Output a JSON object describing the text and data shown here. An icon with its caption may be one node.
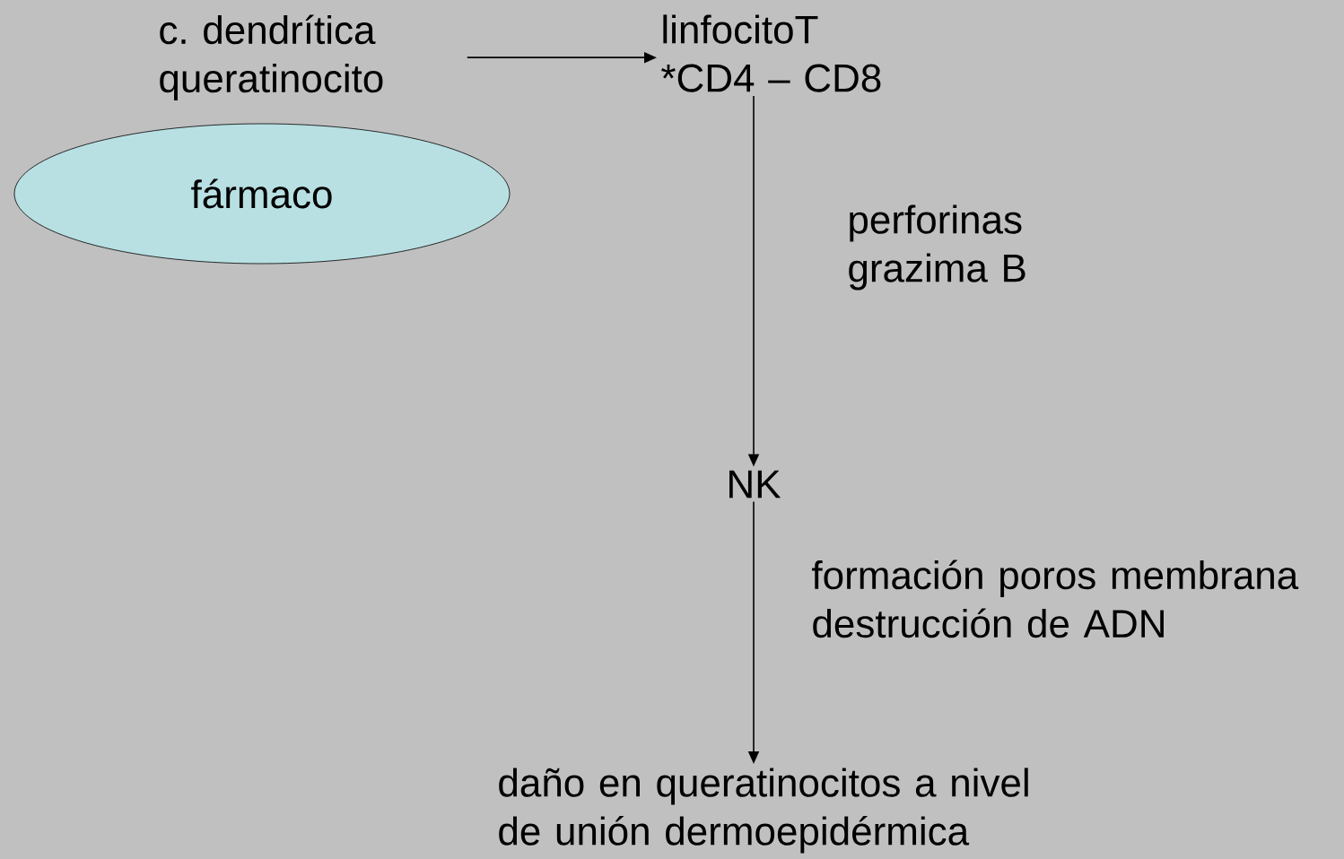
{
  "diagram": {
    "nodes": [
      {
        "text": [
          "c. dendrítica queratinocito"
        ]
      },
      {
        "text": [
          "fármaco"
        ]
      },
      {
        "text": [
          "linfocitoT *CD4 – CD8"
        ]
      },
      {
        "text": [
          "NK"
        ]
      },
      {
        "text": [
          "daño en queratinocitos a nivel de unión dermoepidérmica"
        ]
      }
    ],
    "edges": [
      {
        "from": 0,
        "to": 2,
        "arrow": "to"
      },
      {
        "from": 2,
        "to": 3,
        "arrow": "to",
        "label": "perforinas grazima B"
      },
      {
        "from": 3,
        "to": 4,
        "arrow": "to",
        "label": "formación poros membrana destrucción de ADN"
      }
    ]
  }
}
